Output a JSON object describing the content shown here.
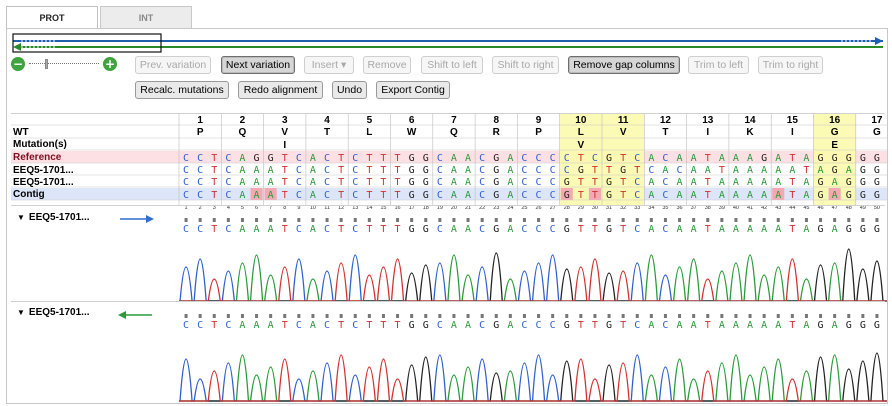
{
  "tabs": [
    {
      "label": "PROT",
      "active": true
    },
    {
      "label": "INT",
      "active": false
    }
  ],
  "zoom": {
    "out_icon": "minus-icon",
    "in_icon": "plus-icon"
  },
  "toolbar": {
    "row1": [
      {
        "label": "Prev. variation",
        "enabled": false
      },
      {
        "label": "Next variation",
        "enabled": true,
        "pressed": true
      },
      {
        "label": "Insert ▾",
        "enabled": false
      },
      {
        "label": "Remove",
        "enabled": false
      },
      {
        "label": "Shift to left",
        "enabled": false
      },
      {
        "label": "Shift to right",
        "enabled": false
      },
      {
        "label": "Remove gap columns",
        "enabled": true,
        "pressed": true
      },
      {
        "label": "Trim to left",
        "enabled": false
      },
      {
        "label": "Trim to right",
        "enabled": false
      }
    ],
    "row2": [
      {
        "label": "Recalc. mutations",
        "enabled": true
      },
      {
        "label": "Redo alignment",
        "enabled": true
      },
      {
        "label": "Undo",
        "enabled": true
      },
      {
        "label": "Export Contig",
        "enabled": true
      }
    ]
  },
  "row_labels": {
    "wt": "WT",
    "mutations": "Mutation(s)",
    "reference": "Reference",
    "read1": "EEQ5-1701...",
    "read2": "EEQ5-1701...",
    "contig": "Contig"
  },
  "codons": [
    {
      "num": "1",
      "wt": "P",
      "mut": ""
    },
    {
      "num": "2",
      "wt": "Q",
      "mut": ""
    },
    {
      "num": "3",
      "wt": "V",
      "mut": "I"
    },
    {
      "num": "4",
      "wt": "T",
      "mut": ""
    },
    {
      "num": "5",
      "wt": "L",
      "mut": ""
    },
    {
      "num": "6",
      "wt": "W",
      "mut": ""
    },
    {
      "num": "7",
      "wt": "Q",
      "mut": ""
    },
    {
      "num": "8",
      "wt": "R",
      "mut": ""
    },
    {
      "num": "9",
      "wt": "P",
      "mut": ""
    },
    {
      "num": "10",
      "wt": "L",
      "mut": "V",
      "highlight": true
    },
    {
      "num": "11",
      "wt": "V",
      "mut": "",
      "highlight": true
    },
    {
      "num": "12",
      "wt": "T",
      "mut": ""
    },
    {
      "num": "13",
      "wt": "I",
      "mut": ""
    },
    {
      "num": "14",
      "wt": "K",
      "mut": ""
    },
    {
      "num": "15",
      "wt": "I",
      "mut": ""
    },
    {
      "num": "16",
      "wt": "G",
      "mut": "E",
      "highlight": true
    },
    {
      "num": "17",
      "wt": "G",
      "mut": ""
    }
  ],
  "sequences": {
    "reference": "CCTCAGGTCACTCTTTGGCAACGACCCCTCGTCACAATAAAGATAGGGGG",
    "read1": "CCTCAAATCACTCTTTGGCAACGACCCCGTTGTCACAATAAAAATAGAGGG",
    "read2": "CCTCAAATCACTCTTTGGCAACGACCCGTTGTCACAATAAAAATAGAGGG",
    "contig": "CCTCAAATCACTCTTTGGCAACGACCCGTTGTCACAATAAAAATAGAGGG",
    "trace1": "CCTCAAATCACTCTTTGGCAACGACCCGTTGTCACAATAAAAATAGAGGG",
    "trace2": "CCTCAAATCACTCTTTGGCAACGACCCGTTGTCACAATAAAAATAGAGGG"
  },
  "contig_mismatch_positions": [
    6,
    7,
    28,
    30,
    43,
    47
  ],
  "positions": [
    "1",
    "2",
    "3",
    "4",
    "5",
    "6",
    "7",
    "8",
    "9",
    "10",
    "11",
    "12",
    "13",
    "14",
    "15",
    "16",
    "17",
    "18",
    "19",
    "20",
    "21",
    "22",
    "23",
    "24",
    "25",
    "26",
    "27",
    "28",
    "29",
    "30",
    "31",
    "32",
    "33",
    "34",
    "35",
    "36",
    "37",
    "38",
    "39",
    "40",
    "41",
    "42",
    "43",
    "44",
    "45",
    "46",
    "47",
    "48",
    "49",
    "50"
  ],
  "tracks": [
    {
      "label": "EEQ5-1701...",
      "direction": "forward",
      "arrow_color": "#2f6fd0"
    },
    {
      "label": "EEQ5-1701...",
      "direction": "reverse",
      "arrow_color": "#2a9a3a"
    }
  ],
  "colors": {
    "A": "#2a9a3a",
    "C": "#2f5fd0",
    "G": "#222222",
    "T": "#d23030",
    "reference_bg": "#fde0e4",
    "contig_bg": "#dde6f8",
    "highlight": "#fbfaa8",
    "mismatch": "#f3a9b2",
    "forward_line": "#1f5fb0",
    "reverse_line": "#2a8a2a"
  }
}
